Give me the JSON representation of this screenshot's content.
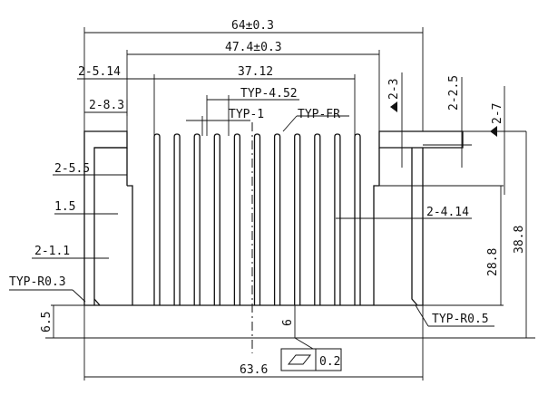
{
  "drawing": {
    "line_color": "#111111",
    "dim_line_color": "#111111",
    "background": "#ffffff",
    "dimensions": {
      "overall_width_top": "64±0.3",
      "inner_width": "47.4±0.3",
      "fin_span": "37.12",
      "side_notch_width": "2-5.14",
      "side_block_width": "2-8.3",
      "typ_pitch": "TYP-4.52",
      "typ_fin_thickness": "TYP-1",
      "typ_fillet": "TYP-FR",
      "side_top_thickness": "2-3",
      "side_step_depth": "2-2.5",
      "flange_thickness": "2-7",
      "left_gap": "2-5.5",
      "left_wall": "1.5",
      "left_lip": "2-1.1",
      "corner_radius_left": "TYP-R0.3",
      "inner_fin_gap": "2-4.14",
      "fin_height": "28.8",
      "overall_height": "38.8",
      "corner_radius_right": "TYP-R0.5",
      "base_thickness_left": "6.5",
      "base_thickness": "6",
      "flatness_value": "0.2",
      "overall_width_bottom": "63.6"
    },
    "symbols": {
      "flatness": "flatness-symbol",
      "arrow": "filled-triangle-arrow"
    }
  }
}
